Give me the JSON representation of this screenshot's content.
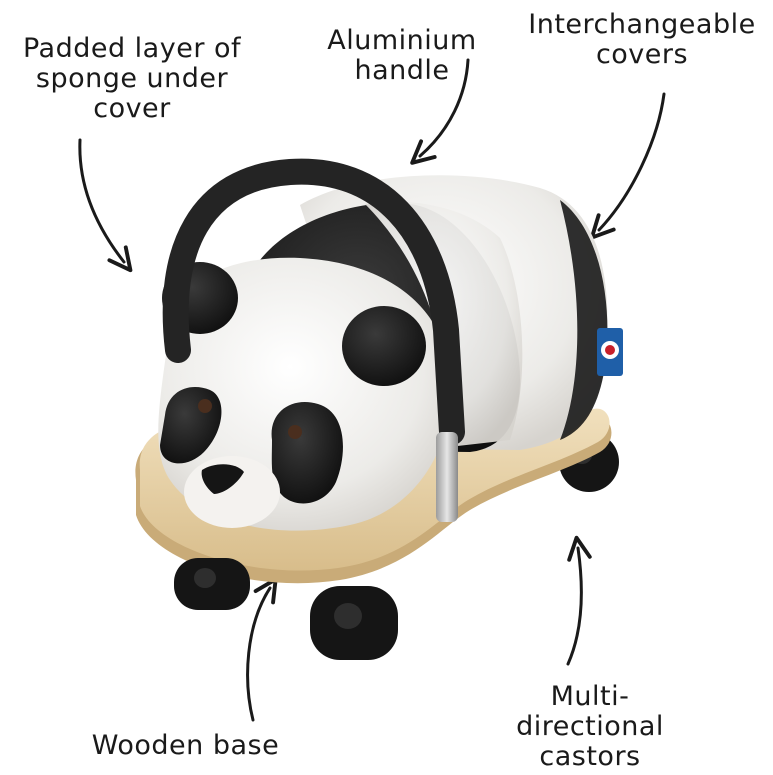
{
  "callouts": {
    "padded": {
      "lines": [
        "Padded layer of",
        "sponge under",
        "cover"
      ]
    },
    "handle": {
      "lines": [
        "Aluminium",
        "handle"
      ]
    },
    "covers": {
      "lines": [
        "Interchangeable",
        "covers"
      ]
    },
    "wood": {
      "lines": [
        "Wooden base"
      ]
    },
    "castors": {
      "lines": [
        "Multi-",
        "directional",
        "castors"
      ]
    }
  },
  "colors": {
    "fur_white": "#efecea",
    "fur_black": "#1d1d1d",
    "wood": "#e6cfa4",
    "handle": "#2a2a2a",
    "handle_metal": "#c4c4c4",
    "text": "#1a1a1a"
  }
}
